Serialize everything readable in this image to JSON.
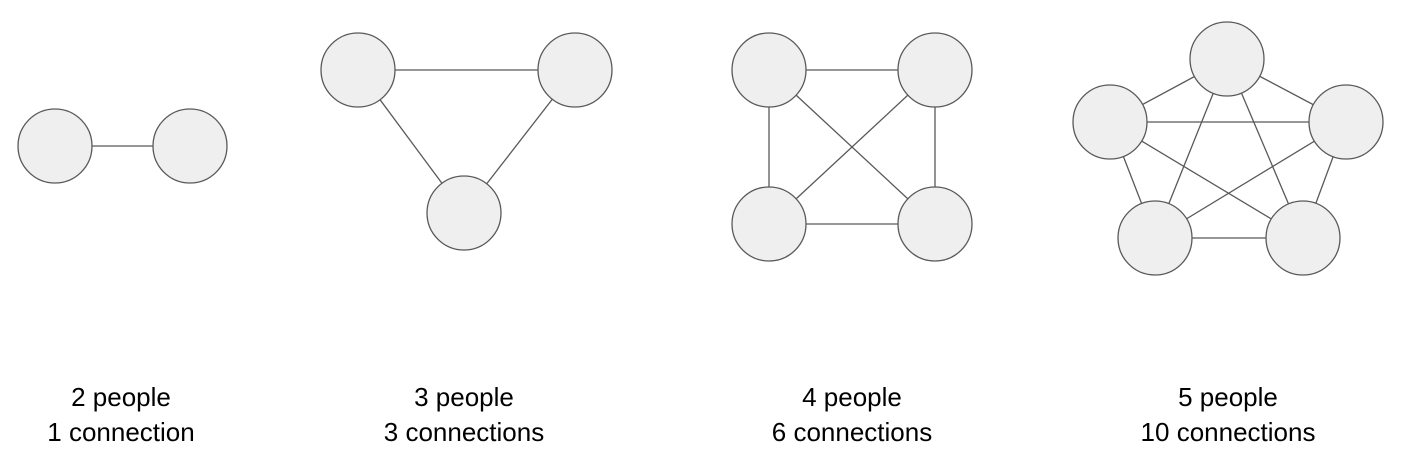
{
  "graphs": [
    {
      "people_label": "2 people",
      "connections_label": "1 connection",
      "people": 2,
      "connections": 1
    },
    {
      "people_label": "3 people",
      "connections_label": "3 connections",
      "people": 3,
      "connections": 3
    },
    {
      "people_label": "4 people",
      "connections_label": "6 connections",
      "people": 4,
      "connections": 6
    },
    {
      "people_label": "5 people",
      "connections_label": "10 connections",
      "people": 5,
      "connections": 10
    }
  ],
  "colors": {
    "node_fill": "#efefef",
    "stroke": "#595959",
    "text": "#000000"
  }
}
